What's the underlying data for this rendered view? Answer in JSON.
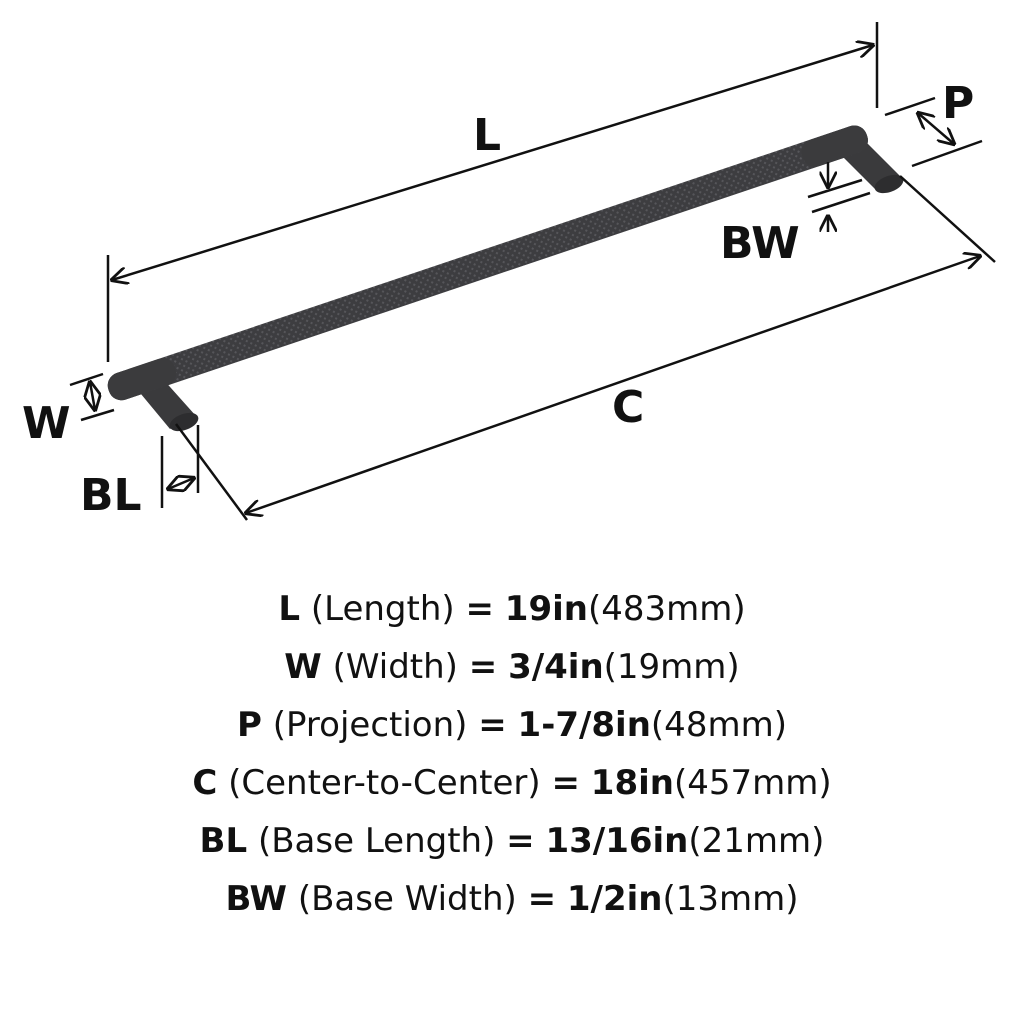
{
  "dimension_labels": {
    "L": "L",
    "C": "C",
    "P": "P",
    "W": "W",
    "BL": "BL",
    "BW": "BW"
  },
  "colors": {
    "handle": "#3b3b3d",
    "line": "#111111"
  },
  "specs": [
    {
      "code": "L",
      "name": "(Length)",
      "eq": "=",
      "imperial": "19in",
      "metric": "(483mm)"
    },
    {
      "code": "W",
      "name": "(Width)",
      "eq": "=",
      "imperial": "3/4in",
      "metric": "(19mm)"
    },
    {
      "code": "P",
      "name": "(Projection)",
      "eq": "=",
      "imperial": "1-7/8in",
      "metric": "(48mm)"
    },
    {
      "code": "C",
      "name": "(Center-to-Center)",
      "eq": "=",
      "imperial": "18in",
      "metric": "(457mm)"
    },
    {
      "code": "BL",
      "name": "(Base Length)",
      "eq": "=",
      "imperial": "13/16in",
      "metric": "(21mm)"
    },
    {
      "code": "BW",
      "name": "(Base Width)",
      "eq": "=",
      "imperial": "1/2in",
      "metric": "(13mm)"
    }
  ]
}
